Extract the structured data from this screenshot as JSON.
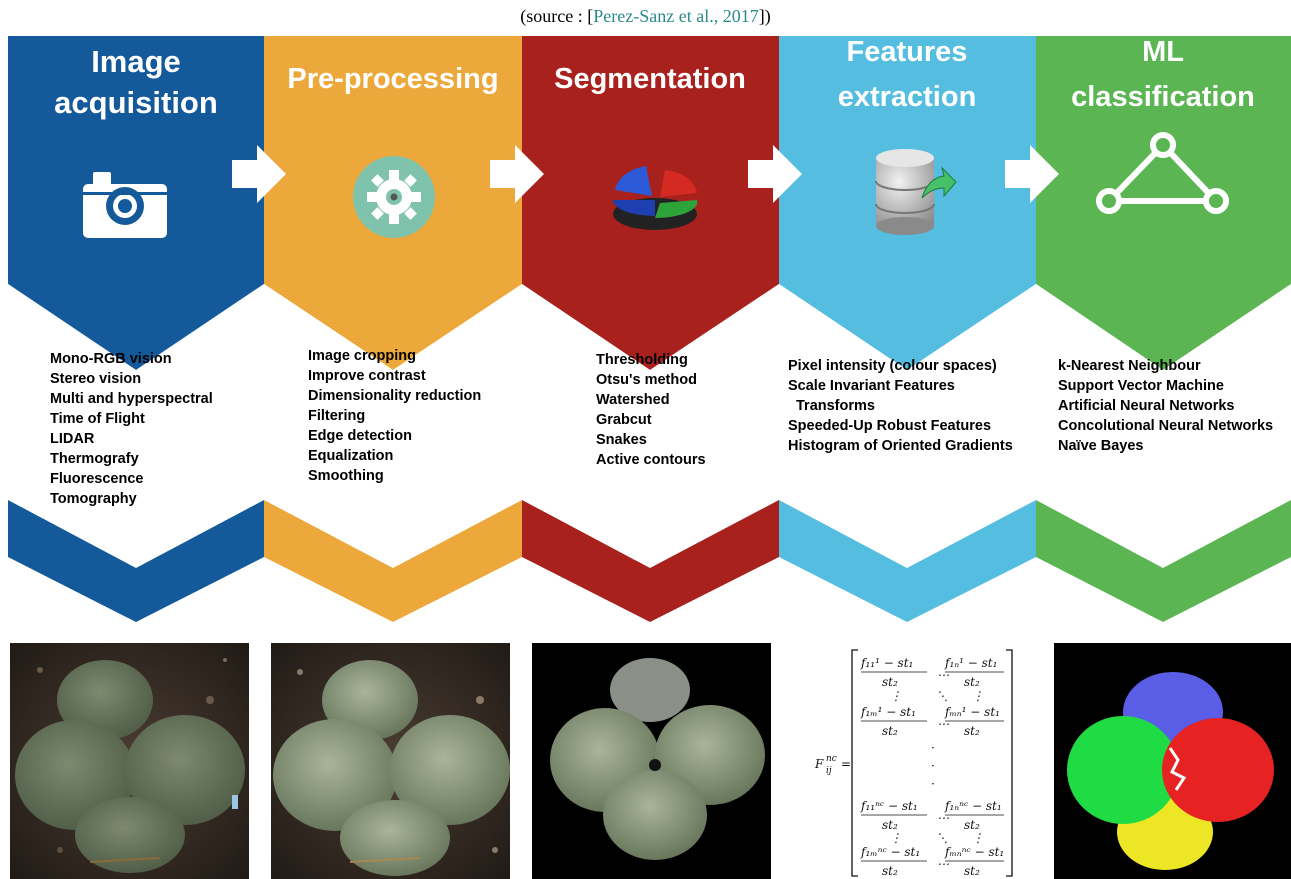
{
  "source": {
    "prefix": "(source : [",
    "citation": "Perez-Sanz et al., 2017",
    "suffix": "])"
  },
  "stages": [
    {
      "title_lines": [
        "Image",
        "acquisition"
      ],
      "color": "#145a9a",
      "icon": "camera-icon",
      "items": [
        "Mono-RGB vision",
        "Stereo vision",
        "Multi and hyperspectral",
        "Time of Flight",
        "LIDAR",
        "Thermografy",
        "Fluorescence",
        "Tomography"
      ]
    },
    {
      "title_lines": [
        "Pre-processing"
      ],
      "color": "#eda83c",
      "icon": "gear-icon",
      "items": [
        "Image cropping",
        "Improve contrast",
        "Dimensionality reduction",
        "Filtering",
        "Edge detection",
        "Equalization",
        "Smoothing"
      ]
    },
    {
      "title_lines": [
        "Segmentation"
      ],
      "color": "#a8211d",
      "icon": "pie-chart-icon",
      "items": [
        "Thresholding",
        "Otsu's method",
        "Watershed",
        "Grabcut",
        "Snakes",
        "Active contours"
      ]
    },
    {
      "title_lines": [
        "Features",
        "extraction"
      ],
      "color": "#55bde0",
      "icon": "database-export-icon",
      "items": [
        "Pixel intensity (colour spaces)",
        "Scale Invariant Features",
        " Transforms",
        "Speeded-Up Robust Features",
        "Histogram of Oriented Gradients"
      ]
    },
    {
      "title_lines": [
        "ML",
        "classification"
      ],
      "color": "#5ab552",
      "icon": "triangle-network-icon",
      "items": [
        "k-Nearest Neighbour",
        "Support Vector Machine",
        "Artificial Neural Networks",
        "Concolutional Neural Networks",
        "Naïve Bayes"
      ]
    }
  ],
  "matrix": {
    "lhs": "F",
    "lhs_sup": "nc",
    "lhs_sub": "ij",
    "equals": "=",
    "num_tl": "f₁₁¹ − st₁",
    "num_tr": "f₁ₙ¹ − st₁",
    "num_ml": "f₁ₘ¹ − st₁",
    "num_mr": "fₘₙ¹ − st₁",
    "num_bl1": "f₁₁ⁿᶜ − st₁",
    "num_br1": "f₁ₙⁿᶜ − st₁",
    "num_bl2": "f₁ₘⁿᶜ − st₁",
    "num_br2": "fₘₙⁿᶜ − st₁",
    "den": "st₂",
    "hdots": "…",
    "vdots": "⋮",
    "ddots": "⋱",
    "dot": "·"
  }
}
